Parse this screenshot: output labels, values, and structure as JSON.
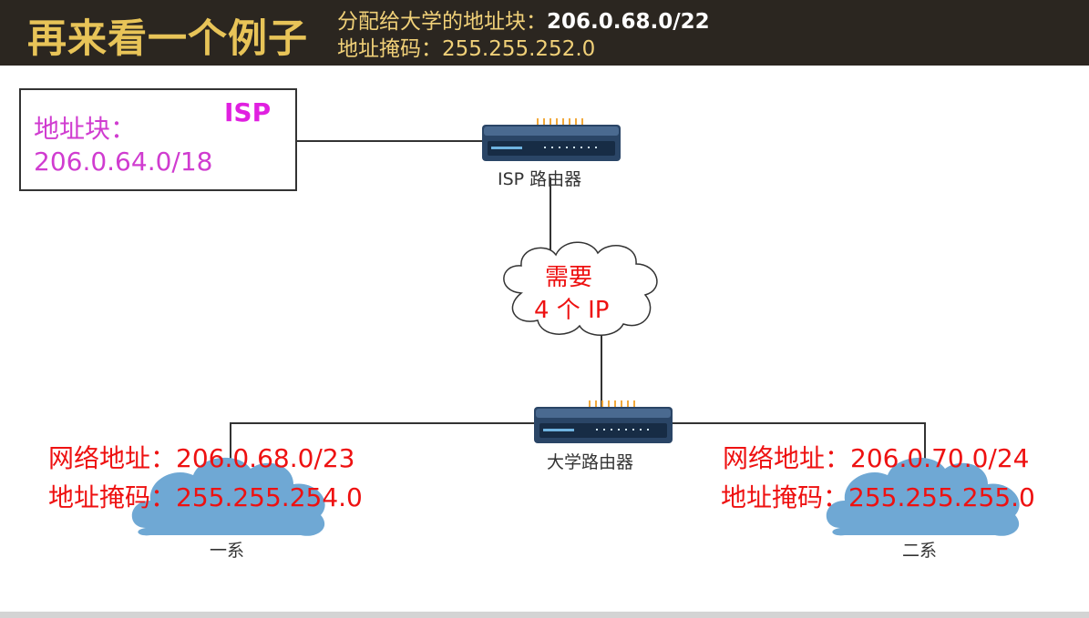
{
  "header": {
    "title": "再来看一个例子",
    "line1_label": "分配给大学的地址块：",
    "line1_value": "206.0.68.0/22",
    "line2_label": "地址掩码：",
    "line2_value": "255.255.252.0"
  },
  "isp_box": {
    "badge": "ISP",
    "block_label": "地址块：",
    "block_value": "206.0.64.0/18"
  },
  "isp_router": {
    "caption": "ISP 路由器"
  },
  "need_cloud": {
    "line1": "需要",
    "line2": "4 个 IP"
  },
  "uni_router": {
    "caption": "大学路由器"
  },
  "dept1": {
    "name": "一系",
    "net_label": "网络地址：",
    "net_value": "206.0.68.0/23",
    "mask_label": "地址掩码：",
    "mask_value": "255.255.254.0"
  },
  "dept2": {
    "name": "二系",
    "net_label": "网络地址：",
    "net_value": "206.0.70.0/24",
    "mask_label": "地址掩码：",
    "mask_value": "255.255.255.0"
  },
  "colors": {
    "header_bg": "#2b2620",
    "title_gold": "#e8c458",
    "isp_magenta": "#d03cd0",
    "annotation_red": "#ee1111",
    "cloud_blue": "#6fa8d4",
    "router_body": "#2a4566"
  }
}
